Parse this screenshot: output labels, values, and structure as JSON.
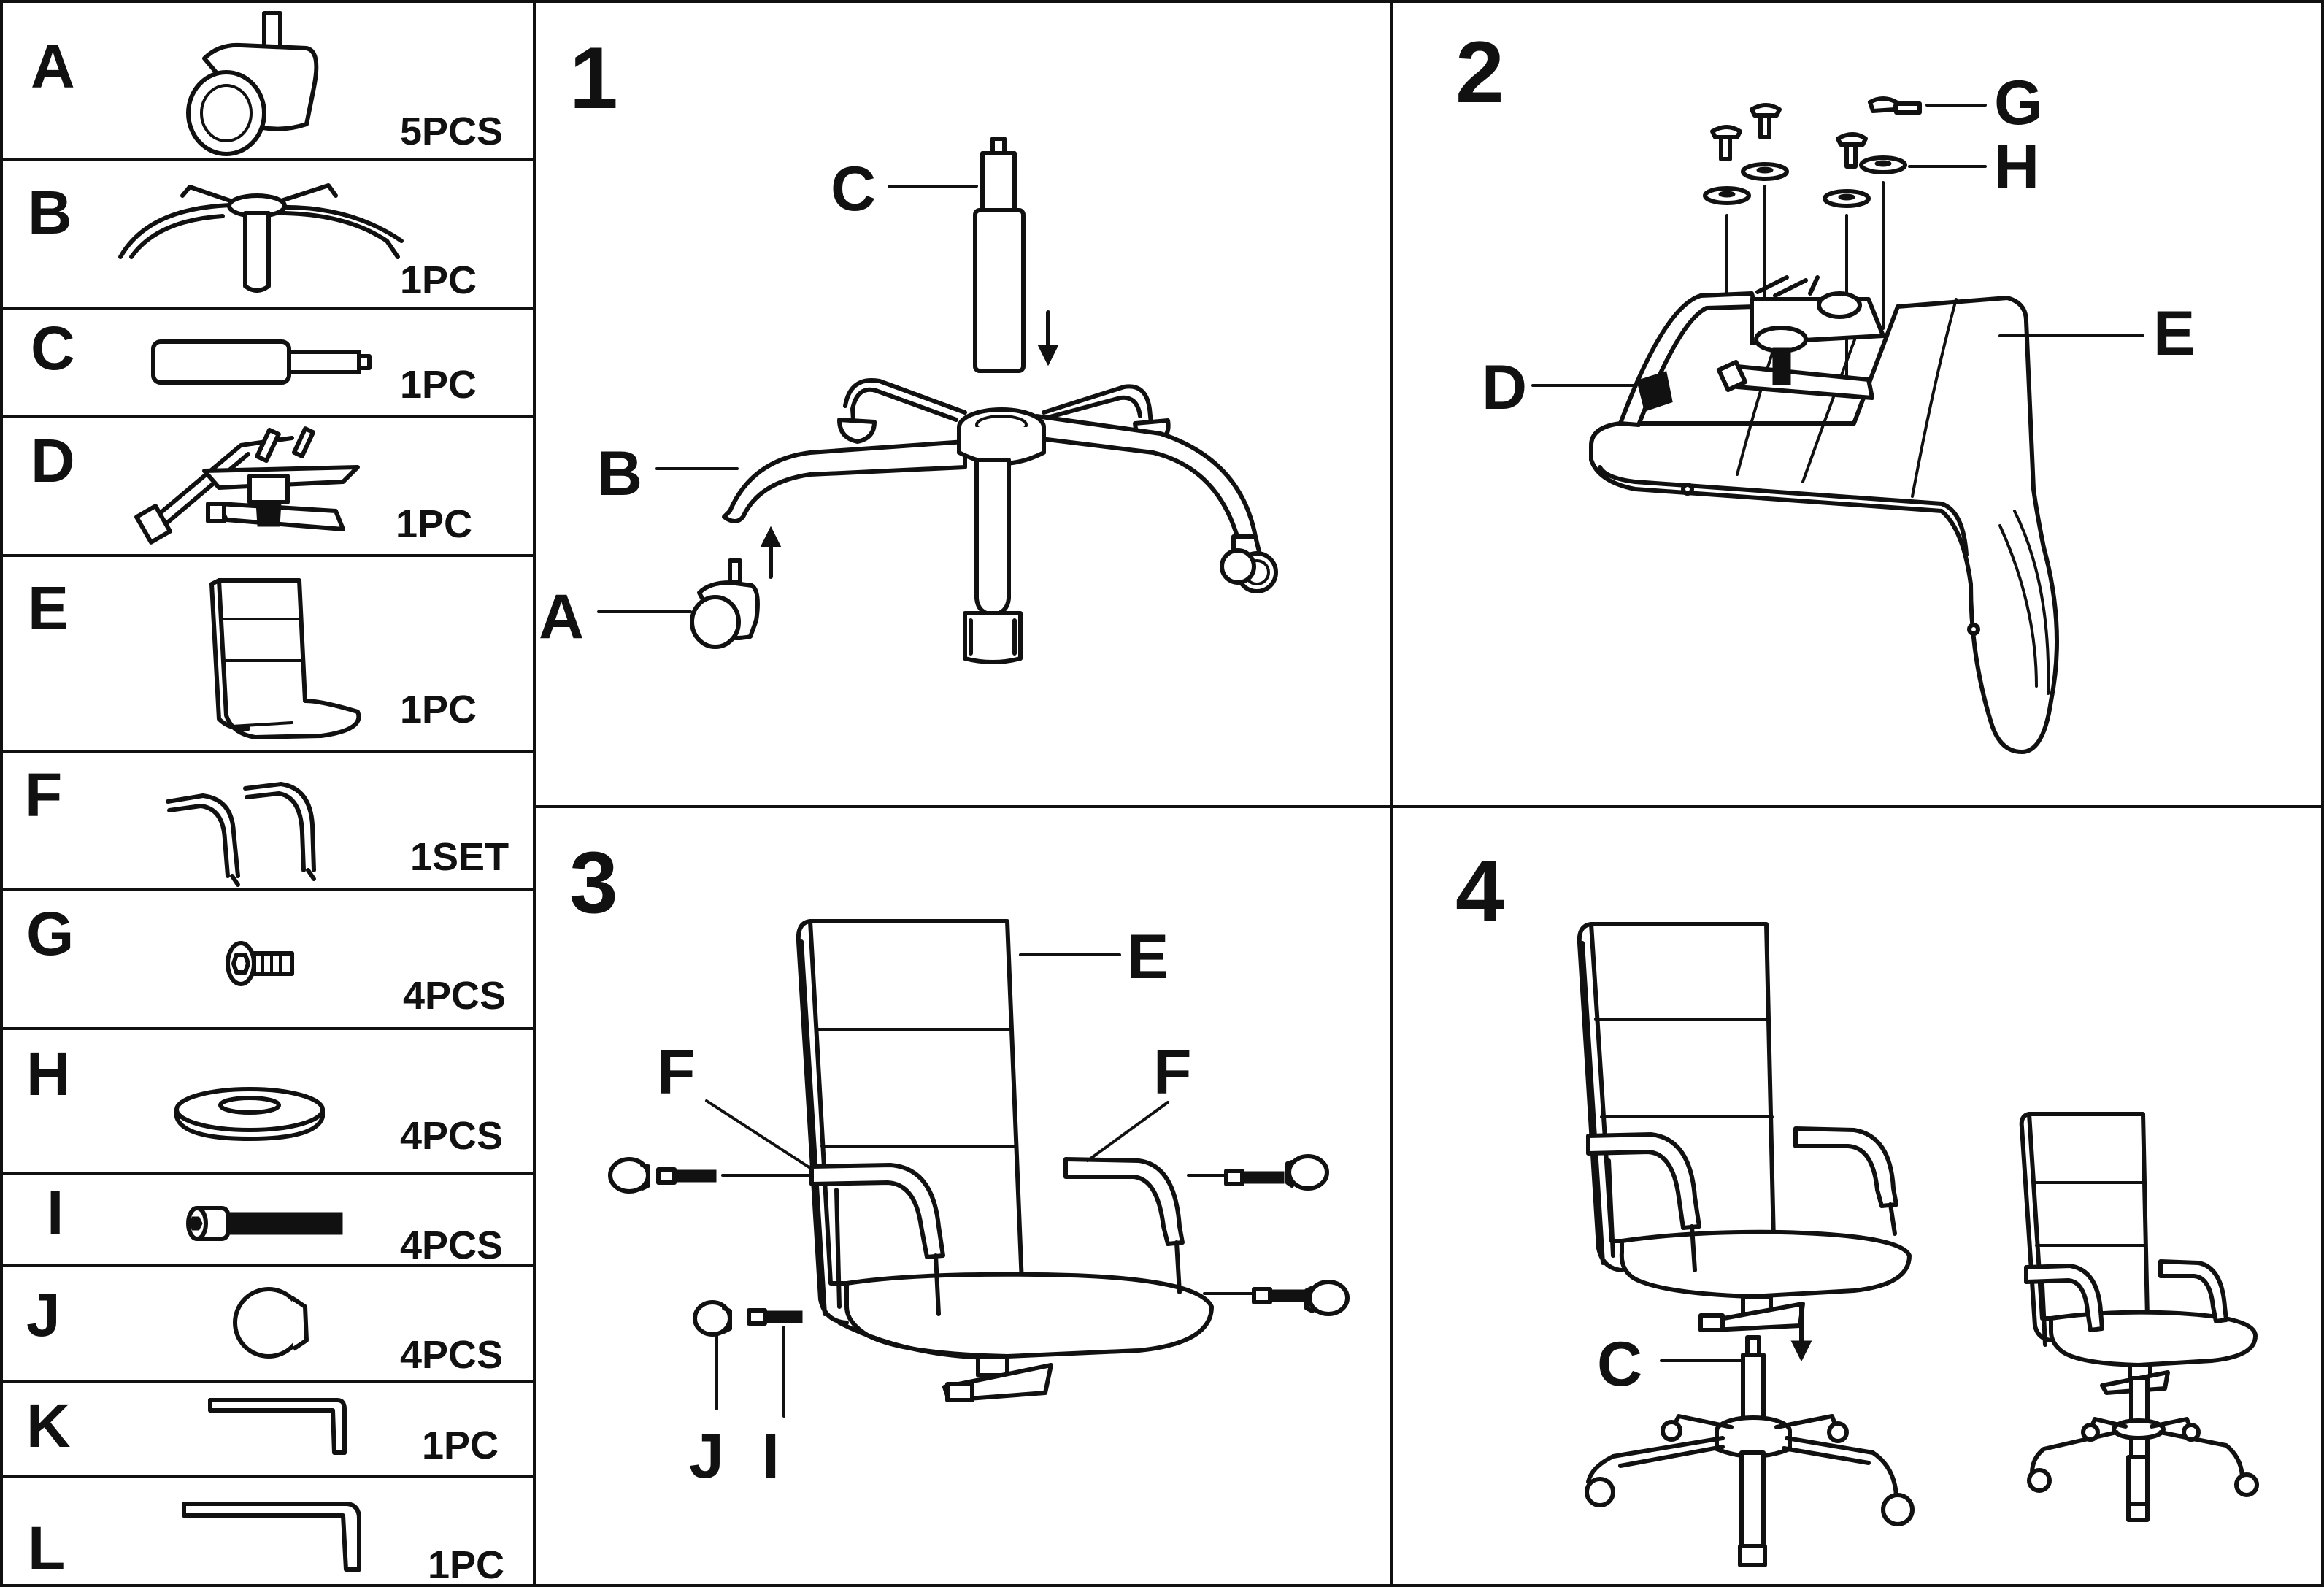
{
  "parts": [
    {
      "letter": "A",
      "qty": "5PCS",
      "icon": "caster-wheel-icon"
    },
    {
      "letter": "B",
      "qty": "1PC",
      "icon": "star-base-icon"
    },
    {
      "letter": "C",
      "qty": "1PC",
      "icon": "gas-cylinder-icon"
    },
    {
      "letter": "D",
      "qty": "1PC",
      "icon": "tilt-mechanism-icon"
    },
    {
      "letter": "E",
      "qty": "1PC",
      "icon": "seat-backrest-icon"
    },
    {
      "letter": "F",
      "qty": "1SET",
      "icon": "armrests-icon"
    },
    {
      "letter": "G",
      "qty": "4PCS",
      "icon": "short-bolt-icon"
    },
    {
      "letter": "H",
      "qty": "4PCS",
      "icon": "washer-icon"
    },
    {
      "letter": "I",
      "qty": "4PCS",
      "icon": "long-bolt-icon"
    },
    {
      "letter": "J",
      "qty": "4PCS",
      "icon": "cap-nut-icon"
    },
    {
      "letter": "K",
      "qty": "1PC",
      "icon": "small-hex-key-icon"
    },
    {
      "letter": "L",
      "qty": "1PC",
      "icon": "large-hex-key-icon"
    }
  ],
  "steps": [
    {
      "number": "1",
      "callouts": [
        "C",
        "B",
        "A"
      ]
    },
    {
      "number": "2",
      "callouts": [
        "G",
        "H",
        "E",
        "D"
      ]
    },
    {
      "number": "3",
      "callouts": [
        "E",
        "F",
        "F",
        "J",
        "I"
      ]
    },
    {
      "number": "4",
      "callouts": [
        "C"
      ]
    }
  ]
}
